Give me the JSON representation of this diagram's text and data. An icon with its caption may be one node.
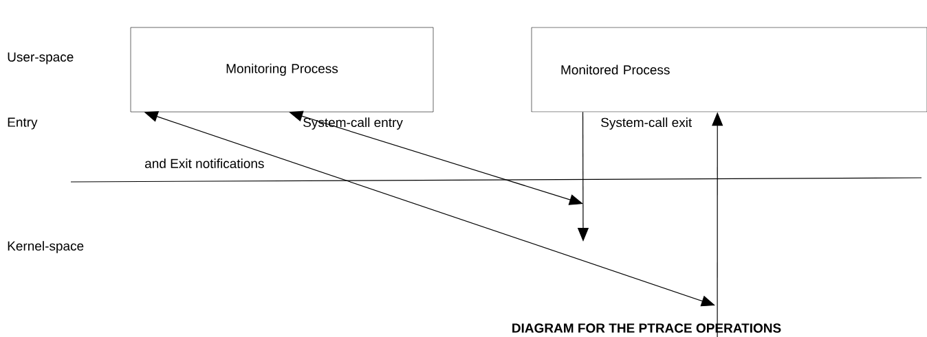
{
  "diagram": {
    "caption": "DIAGRAM FOR THE PTRACE OPERATIONS",
    "nodes": [
      {
        "text": [
          "Monitoring Process"
        ]
      },
      {
        "text": [
          "Monitored Process"
        ]
      }
    ],
    "edges": [
      {
        "from": 0,
        "to": null,
        "arrow": "both"
      },
      {
        "from": 0,
        "to": null,
        "arrow": "both"
      },
      {
        "from": 1,
        "to": null,
        "arrow": "to"
      },
      {
        "from": null,
        "to": 1,
        "arrow": "to"
      }
    ],
    "labels": [
      "User-space",
      "Entry",
      "System-call entry",
      "System-call exit",
      "and Exit notifications",
      "Kernel-space"
    ]
  }
}
